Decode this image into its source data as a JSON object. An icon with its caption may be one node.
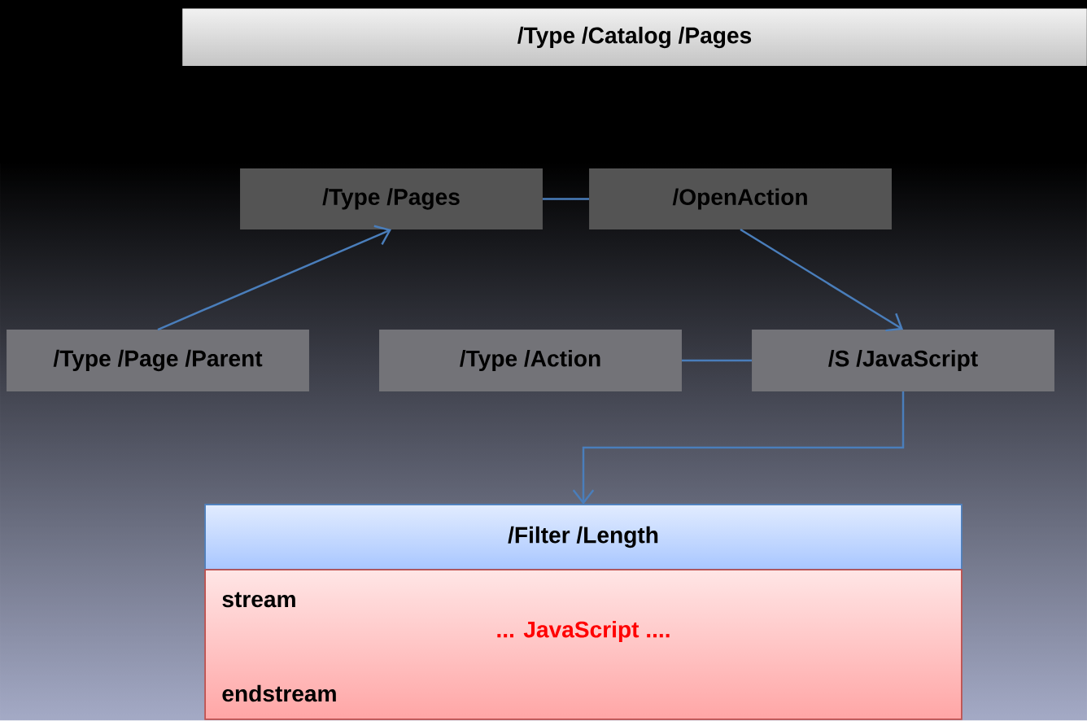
{
  "diagram": {
    "nodes": [
      {
        "text": [
          "/Type /Catalog /Pages"
        ]
      },
      {
        "text": [
          "/Type /Pages"
        ]
      },
      {
        "text": [
          "/OpenAction"
        ]
      },
      {
        "text": [
          "/Type /Page /Parent"
        ]
      },
      {
        "text": [
          "/Type /Action"
        ]
      },
      {
        "text": [
          "/S /JavaScript"
        ]
      },
      {
        "text": [
          "/Filter /Length"
        ]
      },
      {
        "text": [
          "stream",
          "... JavaScript ....",
          "endstream"
        ]
      }
    ],
    "edges": [
      {
        "from": 1,
        "to": 2,
        "arrow": "none"
      },
      {
        "from": 3,
        "to": 1,
        "arrow": "to"
      },
      {
        "from": 2,
        "to": 5,
        "arrow": "to"
      },
      {
        "from": 4,
        "to": 5,
        "arrow": "none"
      },
      {
        "from": 5,
        "to": 6,
        "arrow": "to"
      }
    ]
  }
}
